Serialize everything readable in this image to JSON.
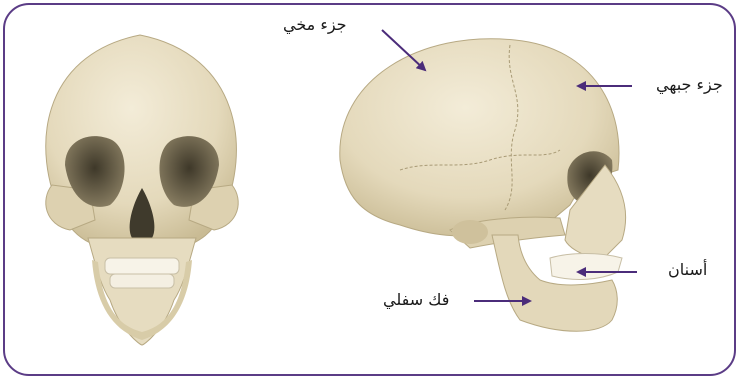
{
  "labels": {
    "brain_part": "جزء مخي",
    "frontal_part": "جزء جبهي",
    "teeth": "أسنان",
    "lower_jaw": "فك سفلي"
  },
  "colors": {
    "frame": "#5b3c86",
    "arrow": "#4b2c7a",
    "bone": "#e9e0c8",
    "bone_shadow": "#b9ab88",
    "cavity": "#5a5340"
  }
}
